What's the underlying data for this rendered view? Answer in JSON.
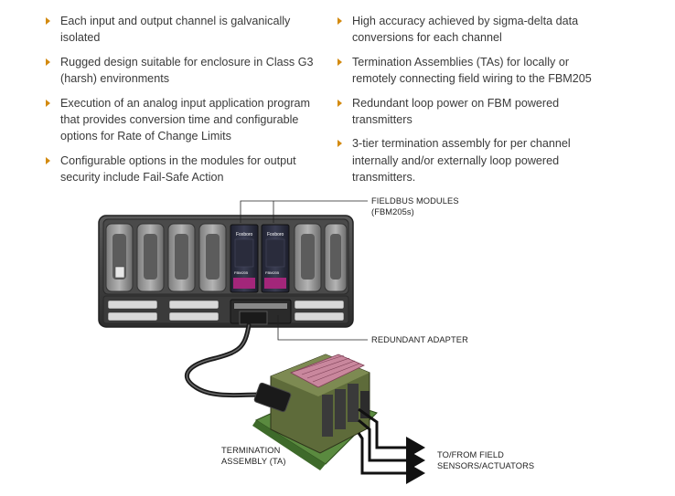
{
  "left_bullets": [
    "Each input and output channel is galvanically isolated",
    "Rugged design suitable for enclosure in Class G3 (harsh) environments",
    "Execution of an analog input application program that provides conversion time and configurable options for Rate of Change Limits",
    "Configurable options in the modules for output security include Fail-Safe Action"
  ],
  "right_bullets": [
    "High accuracy achieved by sigma-delta data conversions for each channel",
    "Termination Assemblies (TAs) for locally or remotely connecting field wiring to the FBM205",
    "Redundant loop power on FBM powered transmitters",
    "3-tier termination assembly for per channel internally and/or externally loop powered transmitters."
  ],
  "diagram": {
    "fieldbus_label_line1": "FIELDBUS MODULES",
    "fieldbus_label_line2": "(FBM205s)",
    "adapter_label": "REDUNDANT ADAPTER",
    "ta_label_line1": "TERMINATION",
    "ta_label_line2": "ASSEMBLY (TA)",
    "field_label_line1": "TO/FROM FIELD",
    "field_label_line2": "SENSORS/ACTUATORS",
    "module_brand": "Foxboro",
    "module_model": "FBM205",
    "colors": {
      "bullet": "#d38a10",
      "baseplate": "#3a3a3a",
      "module": "#2b2d3a",
      "module_accent": "#a3267a",
      "ta_body": "#5e6b3a",
      "ta_board": "#6fa14d",
      "ta_top": "#c9879d"
    }
  }
}
